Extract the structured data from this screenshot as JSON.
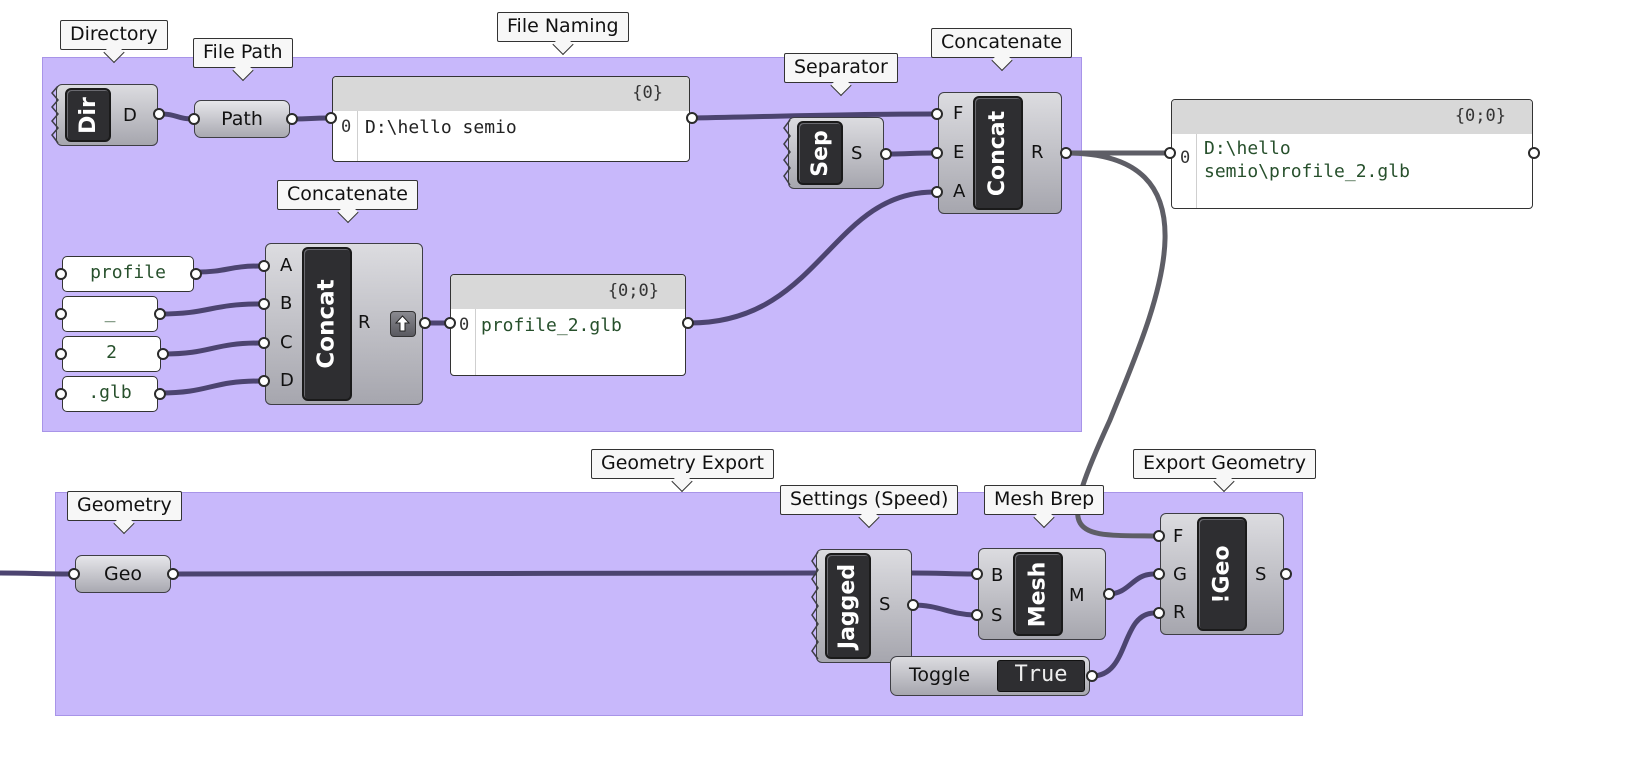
{
  "groups": {
    "file_naming": {
      "label": "File Naming"
    },
    "geometry_export": {
      "label": "Geometry Export"
    }
  },
  "bubbles": {
    "directory": "Directory",
    "file_path": "File Path",
    "separator": "Separator",
    "concatenate_main": "Concatenate",
    "concatenate_sub": "Concatenate",
    "geometry": "Geometry",
    "settings": "Settings (Speed)",
    "mesh_brep": "Mesh Brep",
    "export_geometry": "Export Geometry"
  },
  "components": {
    "dir": {
      "label": "Dir",
      "output": "D"
    },
    "path": {
      "label": "Path"
    },
    "sep": {
      "label": "Sep",
      "output": "S"
    },
    "concat_main": {
      "label": "Concat",
      "inputs": [
        "F",
        "E",
        "A"
      ],
      "output": "R"
    },
    "concat_sub": {
      "label": "Concat",
      "inputs": [
        "A",
        "B",
        "C",
        "D"
      ],
      "output": "R"
    },
    "geo": {
      "label": "Geo"
    },
    "jagged": {
      "label": "Jagged",
      "output": "S"
    },
    "mesh": {
      "label": "Mesh",
      "inputs": [
        "B",
        "S"
      ],
      "output": "M"
    },
    "export": {
      "label": "!Geo",
      "inputs": [
        "F",
        "G",
        "R"
      ],
      "output": "S"
    },
    "toggle": {
      "label": "Toggle",
      "value": "True"
    }
  },
  "panels": {
    "path_panel": {
      "path": "{0}",
      "index": "0",
      "value": "D:\\hello semio"
    },
    "filename_panel": {
      "path": "{0;0}",
      "index": "0",
      "value": "profile_2.glb"
    },
    "result_panel": {
      "path": "{0;0}",
      "index": "0",
      "line1": "D:\\hello",
      "line2": "semio\\profile_2.glb"
    }
  },
  "strings": [
    "profile",
    "_",
    "2",
    ".glb"
  ],
  "colors": {
    "group_fill": "#c8b8fb",
    "wire": "#5e5e66",
    "wire_in_group": "#4c4470",
    "component": "#b4b4bc"
  }
}
